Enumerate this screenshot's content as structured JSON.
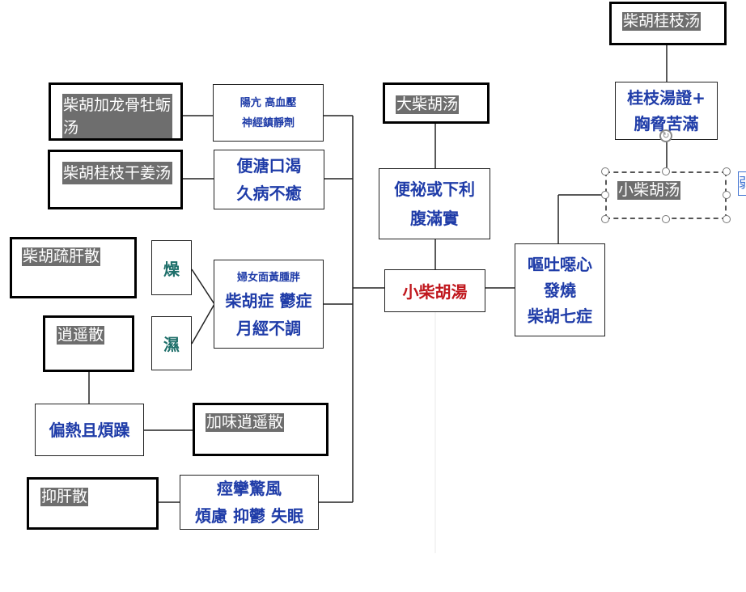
{
  "nodes": {
    "top_right": "柴胡桂枝汤",
    "guizhi": [
      "桂枝湯證+",
      "胸脅苦滿"
    ],
    "longgu": "柴胡加龙骨牡蛎汤",
    "hypertension": [
      "陽亢  高血壓",
      "神經鎮靜劑"
    ],
    "dachaihu": "大柴胡汤",
    "guizhi_ganjiang": "柴胡桂枝干姜汤",
    "bianta": [
      "便溏口渴",
      "久病不癒"
    ],
    "constipation": [
      "便祕或下利",
      "腹滿實"
    ],
    "xiaochaihu_sel": "小柴胡汤",
    "edge_char": "弱",
    "shugan": "柴胡疏肝散",
    "zao": "燥",
    "women": [
      "婦女面黃腫胖",
      "柴胡症  鬱症",
      "月經不調"
    ],
    "center": "小柴胡湯",
    "vomit": [
      "嘔吐噁心",
      "發燒",
      "柴胡七症"
    ],
    "xiaoyao": "逍遥散",
    "shi": "濕",
    "pianre": "偏熱且煩躁",
    "jiawei": "加味逍遥散",
    "yigan": "抑肝散",
    "spasm": [
      "痙攣驚風",
      "煩慮  抑鬱  失眠"
    ]
  },
  "colors": {
    "accent_blue": "#1f3ca8",
    "center_red": "#c0171d",
    "teal": "#1e6f6a",
    "label_gray": "#6e6e6e"
  }
}
